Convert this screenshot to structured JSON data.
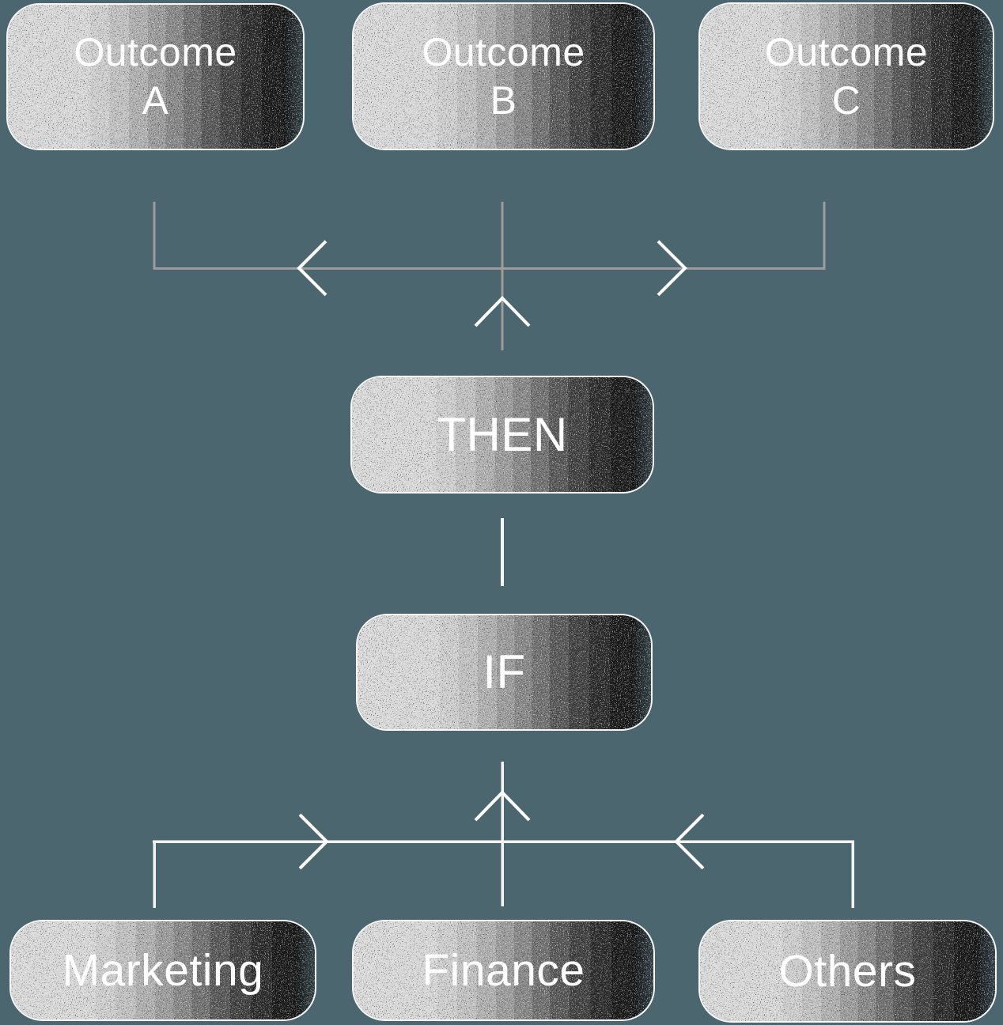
{
  "diagram": {
    "background_color": "#4c666f",
    "nodes": {
      "outcome_a": {
        "line1": "Outcome",
        "line2": "A"
      },
      "outcome_b": {
        "line1": "Outcome",
        "line2": "B"
      },
      "outcome_c": {
        "line1": "Outcome",
        "line2": "C"
      },
      "then_node": {
        "label": "THEN"
      },
      "if_node": {
        "label": "IF"
      },
      "marketing": {
        "label": "Marketing"
      },
      "finance": {
        "label": "Finance"
      },
      "others": {
        "label": "Others"
      }
    },
    "colors": {
      "top_connector_line": "#9c9c9c",
      "bottom_connector_line": "#f4f4f4",
      "arrowhead": "#ffffff",
      "node_border": "#ffffff",
      "node_text": "#ffffff",
      "node_gradient_start": "#dadada",
      "node_gradient_end": "#101010"
    },
    "connections": [
      {
        "from": "THEN",
        "to": "Outcome A",
        "arrow_direction": "left"
      },
      {
        "from": "THEN",
        "to": "Outcome B",
        "arrow_direction": "up"
      },
      {
        "from": "THEN",
        "to": "Outcome C",
        "arrow_direction": "right"
      },
      {
        "from": "IF",
        "to": "THEN",
        "arrow_direction": "up"
      },
      {
        "from": "Marketing",
        "to": "IF",
        "arrow_direction": "right"
      },
      {
        "from": "Finance",
        "to": "IF",
        "arrow_direction": "up"
      },
      {
        "from": "Others",
        "to": "IF",
        "arrow_direction": "left"
      }
    ]
  }
}
